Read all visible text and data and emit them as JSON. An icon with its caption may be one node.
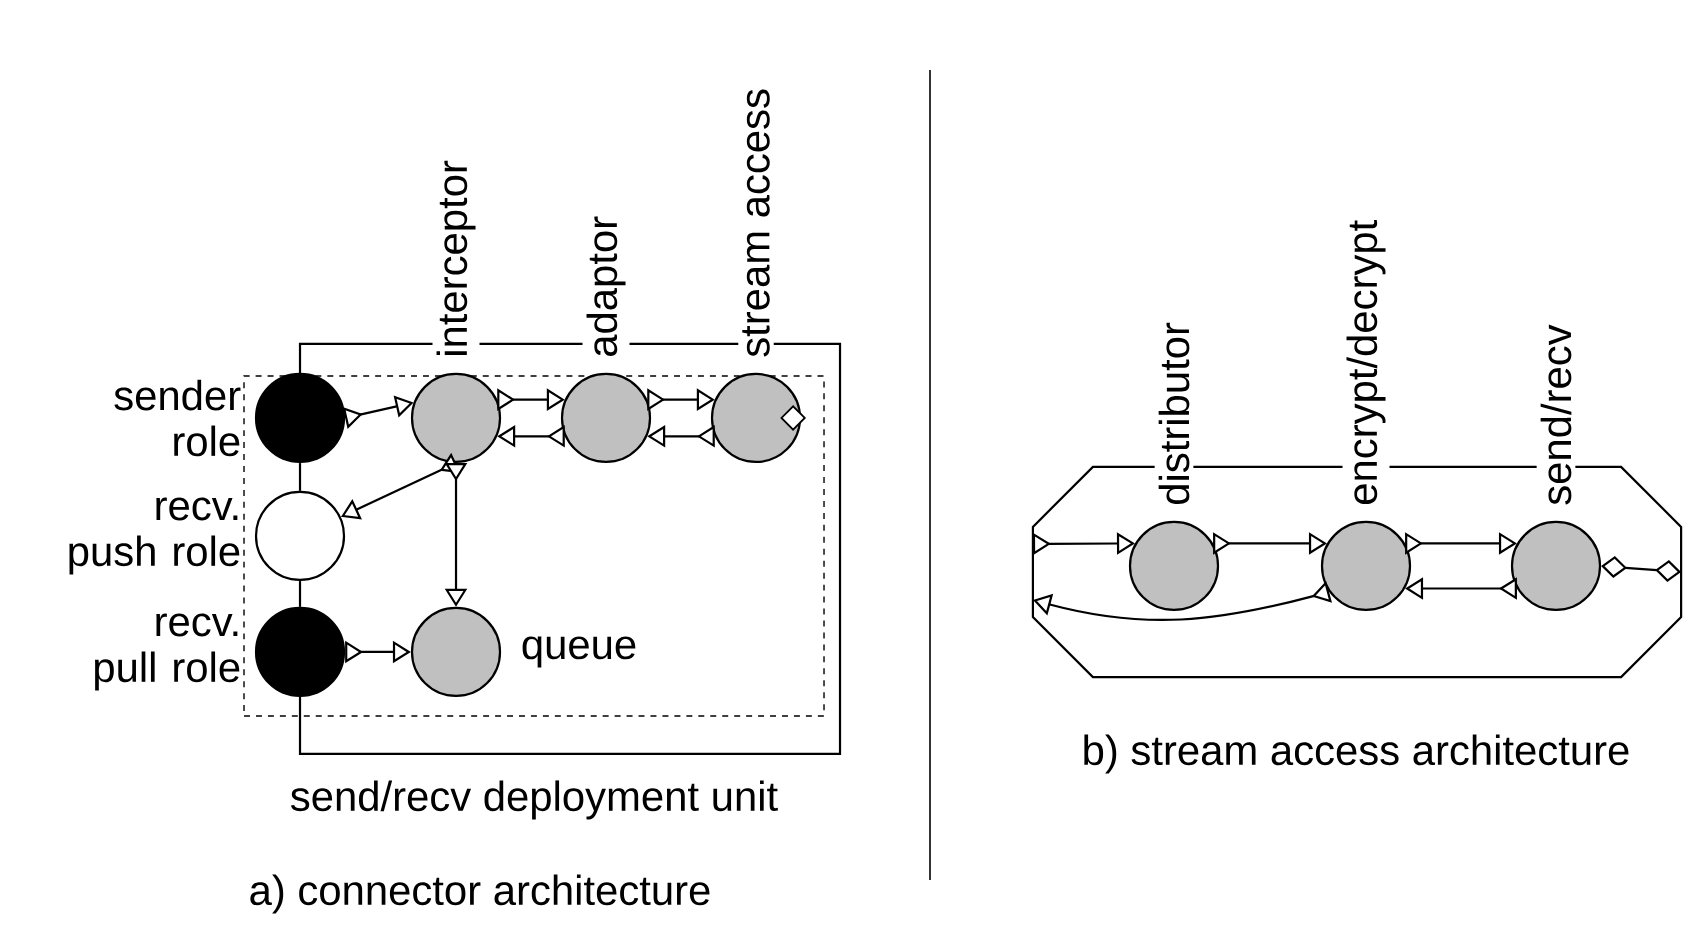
{
  "diagram": {
    "nodes": [
      {
        "text": [
          "send/recv deployment unit"
        ]
      },
      {
        "text": [
          "sender role"
        ],
        "in": 0
      },
      {
        "text": [
          "recv. push role"
        ],
        "in": 0
      },
      {
        "text": [
          "recv. pull role"
        ],
        "in": 0
      },
      {
        "text": [
          "interceptor"
        ],
        "in": 0
      },
      {
        "text": [
          "adaptor"
        ],
        "in": 0
      },
      {
        "text": [
          "stream access"
        ],
        "in": 0
      },
      {
        "text": [
          "queue"
        ],
        "in": 0
      },
      {
        "text": [],
        "shape": "octagon"
      },
      {
        "text": [
          "distributor"
        ],
        "in": 8
      },
      {
        "text": [
          "encrypt/decrypt"
        ],
        "in": 8
      },
      {
        "text": [
          "send/recv"
        ],
        "in": 8
      }
    ],
    "edges": [
      {
        "from": 1,
        "to": 4,
        "arrow": "to"
      },
      {
        "from": 4,
        "to": 5,
        "arrow": "to"
      },
      {
        "from": 5,
        "to": 4,
        "arrow": "to"
      },
      {
        "from": 5,
        "to": 6,
        "arrow": "to"
      },
      {
        "from": 6,
        "to": 5,
        "arrow": "to"
      },
      {
        "from": 4,
        "to": 2,
        "arrow": "to"
      },
      {
        "from": 4,
        "to": 7,
        "arrow": "to"
      },
      {
        "from": 3,
        "to": 7,
        "arrow": "to"
      },
      {
        "from": 1,
        "to": 2,
        "arrow": "none"
      },
      {
        "from": 2,
        "to": 3,
        "arrow": "none"
      },
      {
        "from": 8,
        "to": 9,
        "arrow": "to"
      },
      {
        "from": 9,
        "to": 10,
        "arrow": "to"
      },
      {
        "from": 10,
        "to": 11,
        "arrow": "to"
      },
      {
        "from": 11,
        "to": 10,
        "arrow": "to"
      },
      {
        "from": 10,
        "to": 8,
        "arrow": "to"
      },
      {
        "from": 11,
        "to": 8,
        "arrow": "other"
      }
    ],
    "labels": [
      "b) stream access architecture",
      "a) connector architecture"
    ]
  }
}
